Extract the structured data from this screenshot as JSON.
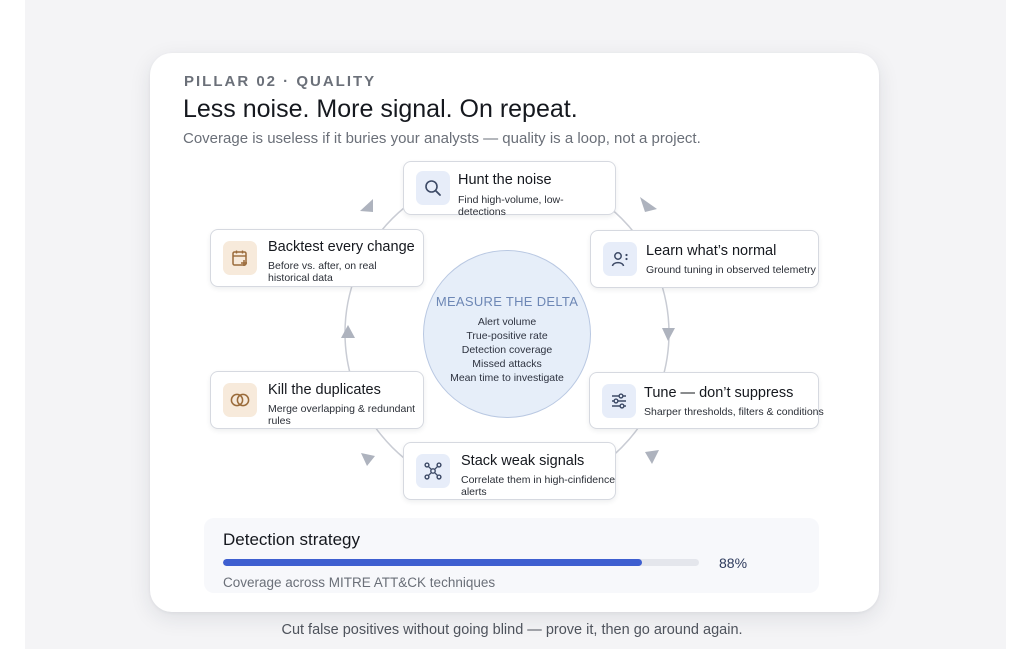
{
  "header": {
    "eyebrow": "PILLAR 02 · QUALITY",
    "title": "Less noise. More signal. On repeat.",
    "subtitle": "Coverage is useless if it buries your analysts — quality is a loop, not a project."
  },
  "hub": {
    "title": "MEASURE THE DELTA",
    "metrics": [
      "Alert volume",
      "True-positive rate",
      "Detection coverage",
      "Missed attacks",
      "Mean time to investigate"
    ]
  },
  "steps": [
    {
      "title": "Hunt the noise",
      "desc": "Find high-volume, low- detections",
      "icon": "search-icon",
      "tone": "blue"
    },
    {
      "title": "Learn what’s normal",
      "desc": "Ground tuning in observed telemetry",
      "icon": "user-insight-icon",
      "tone": "blue"
    },
    {
      "title": "Tune — don’t suppress",
      "desc": "Sharper thresholds, filters & conditions",
      "icon": "sliders-icon",
      "tone": "blue"
    },
    {
      "title": "Stack weak signals",
      "desc": "Correlate them in high-cinfidence alerts",
      "icon": "network-icon",
      "tone": "blue"
    },
    {
      "title": "Kill the duplicates",
      "desc": "Merge overlapping & redundant rules",
      "icon": "overlap-icon",
      "tone": "tan"
    },
    {
      "title": "Backtest every change",
      "desc": "Before vs. after, on real historical data",
      "icon": "calendar-icon",
      "tone": "tan"
    }
  ],
  "strategy": {
    "title": "Detection strategy",
    "percent_label": "88%",
    "percent_value": 0.88,
    "caption": "Coverage across MITRE ATT&CK techniques"
  },
  "footer": "Cut false positives without going blind — prove it, then go around again.",
  "colors": {
    "accent": "#3e5fd0",
    "hub_fill": "#e6eef9",
    "icon_blue_bg": "#e7edf9",
    "icon_tan_bg": "#f7eadb"
  }
}
